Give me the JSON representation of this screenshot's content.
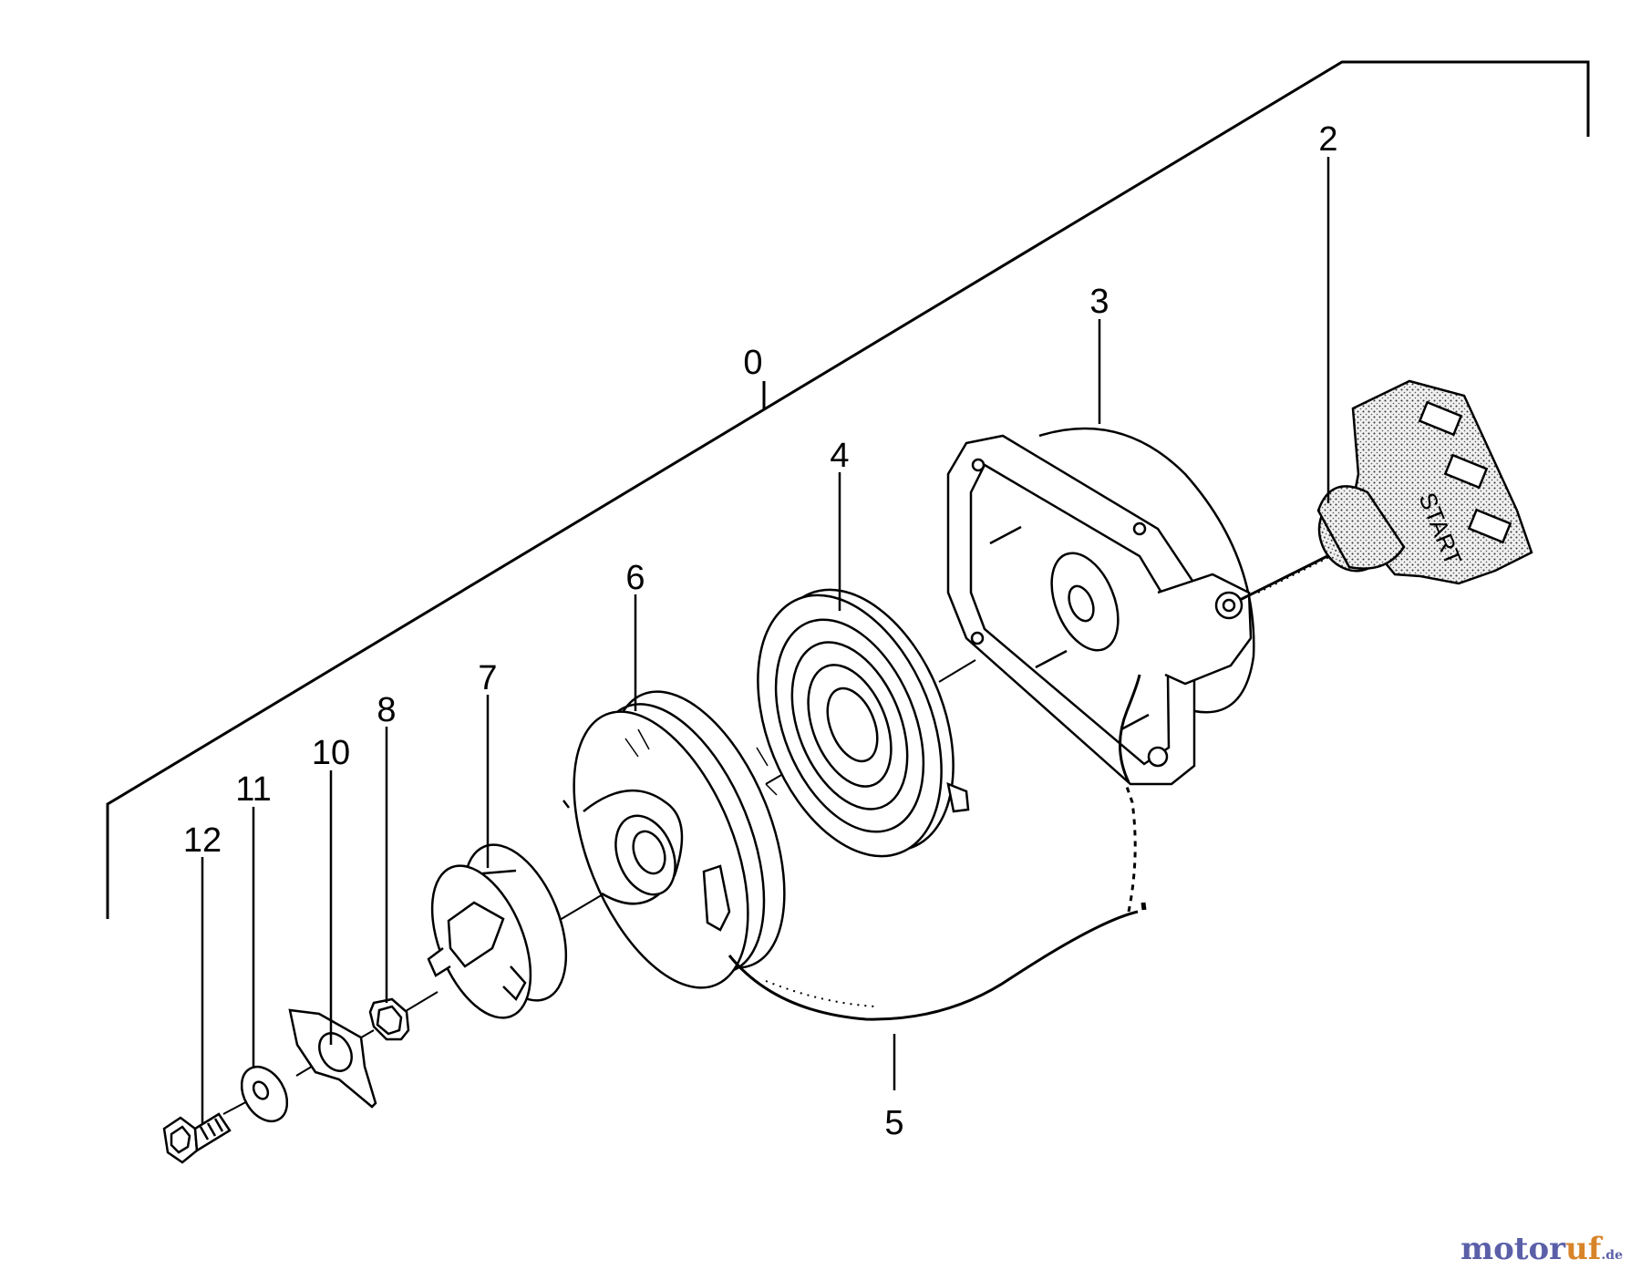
{
  "diagram": {
    "callouts": [
      {
        "id": "0",
        "label": "0"
      },
      {
        "id": "2",
        "label": "2"
      },
      {
        "id": "3",
        "label": "3"
      },
      {
        "id": "4",
        "label": "4"
      },
      {
        "id": "5",
        "label": "5"
      },
      {
        "id": "6",
        "label": "6"
      },
      {
        "id": "7",
        "label": "7"
      },
      {
        "id": "8",
        "label": "8"
      },
      {
        "id": "10",
        "label": "10"
      },
      {
        "id": "11",
        "label": "11"
      },
      {
        "id": "12",
        "label": "12"
      }
    ],
    "handle_text": "START"
  },
  "watermark": {
    "part1": "motor",
    "part2": "uf",
    "suffix": ".de"
  },
  "colors": {
    "line": "#000000",
    "handle_fill": "#c8c8c8",
    "watermark_blue": "#5b5fa8",
    "watermark_orange": "#d8842a"
  }
}
